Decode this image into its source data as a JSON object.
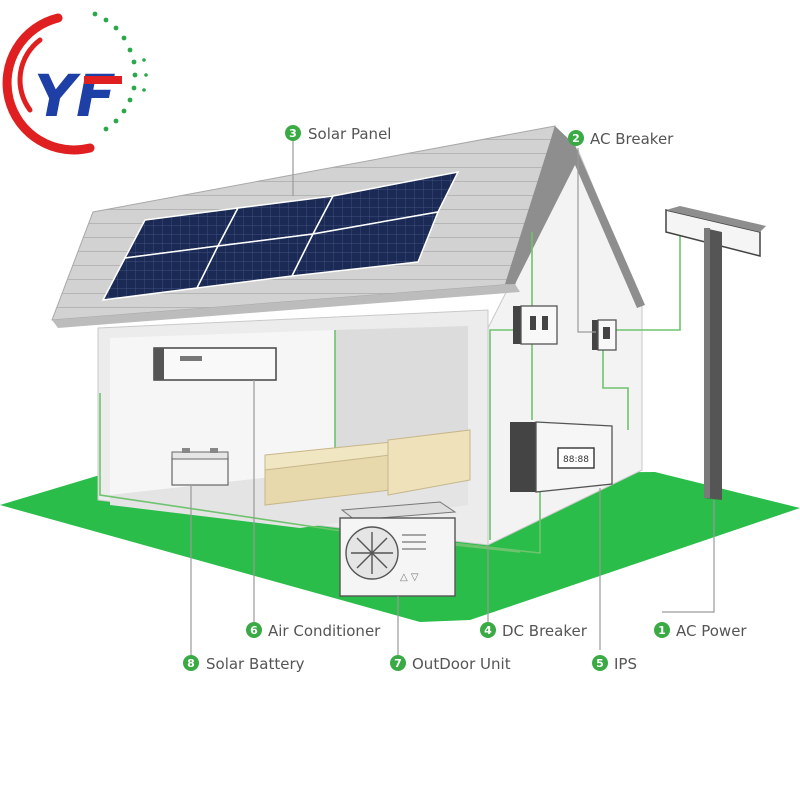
{
  "logo": {
    "monogram": "YF"
  },
  "labels": [
    {
      "num": "1",
      "text": "AC Power"
    },
    {
      "num": "2",
      "text": "AC Breaker"
    },
    {
      "num": "3",
      "text": "Solar Panel"
    },
    {
      "num": "4",
      "text": "DC Breaker"
    },
    {
      "num": "5",
      "text": "IPS"
    },
    {
      "num": "6",
      "text": "Air Conditioner"
    },
    {
      "num": "7",
      "text": "OutDoor Unit"
    },
    {
      "num": "8",
      "text": "Solar Battery"
    }
  ],
  "ips_display": "88:88",
  "colors": {
    "wire": "#6fc36f",
    "ground": "#2bbd4a",
    "badge": "#3aaa44",
    "panel": "#1b2a55",
    "logo_red": "#e02020",
    "logo_blue": "#1d3fa6",
    "logo_green": "#2aa84a"
  }
}
